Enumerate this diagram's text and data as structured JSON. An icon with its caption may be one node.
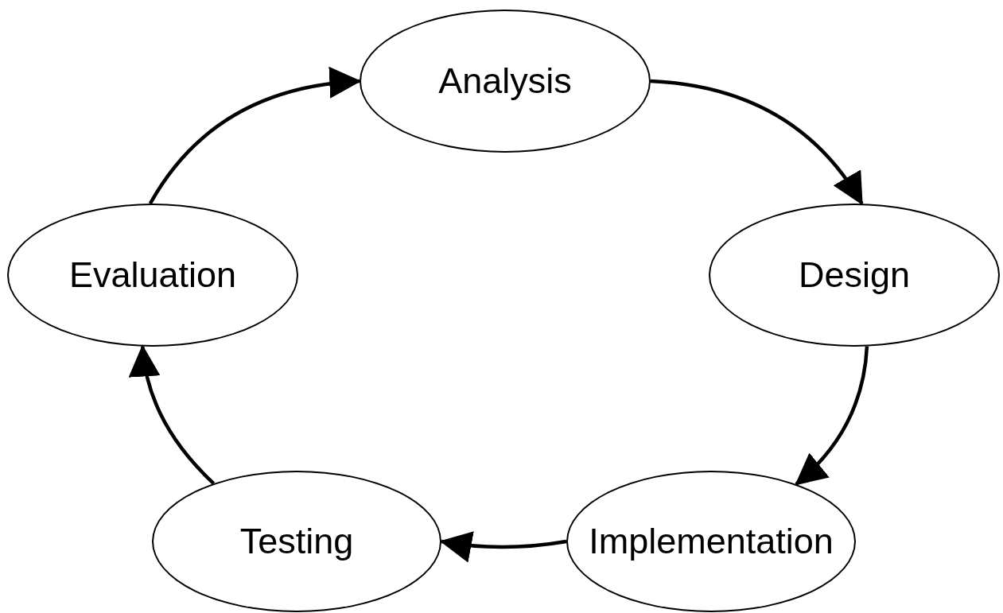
{
  "diagram": {
    "nodes": [
      {
        "text": [
          "Analysis"
        ]
      },
      {
        "text": [
          "Design"
        ]
      },
      {
        "text": [
          "Implementation"
        ]
      },
      {
        "text": [
          "Testing"
        ]
      },
      {
        "text": [
          "Evaluation"
        ]
      }
    ],
    "edges": [
      {
        "from": 0,
        "to": 1,
        "arrow": "to"
      },
      {
        "from": 1,
        "to": 2,
        "arrow": "to"
      },
      {
        "from": 2,
        "to": 3,
        "arrow": "to"
      },
      {
        "from": 3,
        "to": 4,
        "arrow": "to"
      },
      {
        "from": 4,
        "to": 0,
        "arrow": "to"
      }
    ]
  }
}
